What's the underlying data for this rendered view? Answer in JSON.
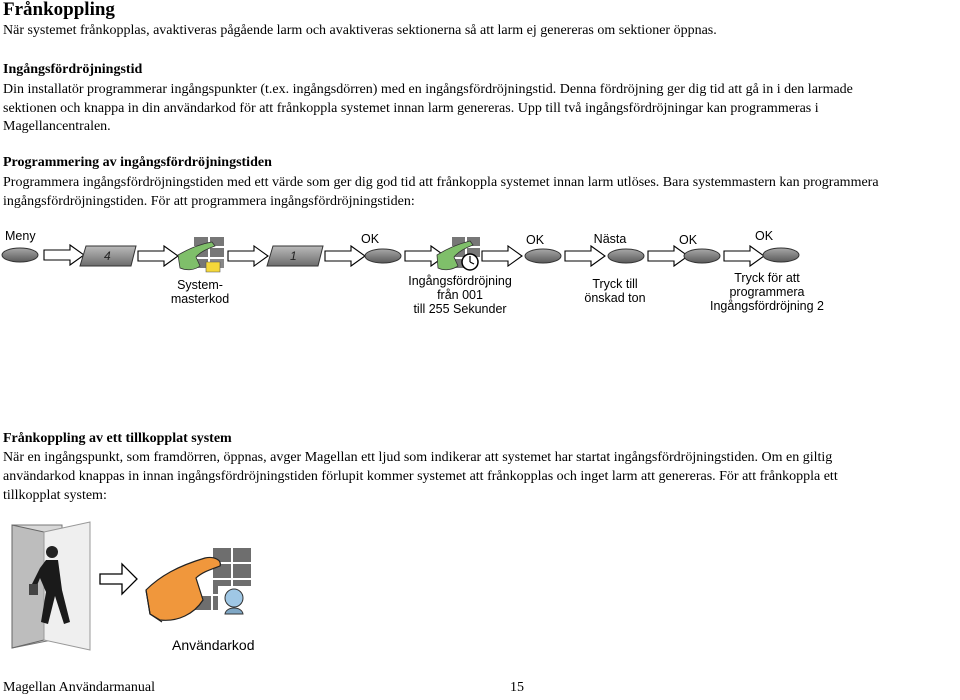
{
  "page": {
    "title": "Frånkoppling",
    "intro": "När systemet frånkopplas, avaktiveras pågående larm och avaktiveras sektionerna så att larm ej genereras om sektioner öppnas.",
    "sections": [
      {
        "heading": "Ingångsfördröjningstid",
        "lines": [
          "Din installatör programmerar ingångspunkter (t.ex. ingångsdörren) med en ingångsfördröjningstid. Denna fördröjning ger dig tid att gå in i den larmade",
          "sektionen och knappa in din användarkod för att frånkoppla systemet innan larm genereras. Upp till två ingångsfördröjningar kan programmeras i",
          "Magellancentralen."
        ]
      },
      {
        "heading": "Programmering av ingångsfördröjningstiden",
        "lines": [
          "Programmera ingångsfördröjningstiden med ett värde som ger dig god tid att frånkoppla systemet innan larm utlöses. Bara systemmastern kan programmera",
          "ingångsfördröjningstiden. För att programmera ingångsfördröjningstiden:"
        ]
      },
      {
        "heading": "Frånkoppling av ett tillkopplat system",
        "lines": [
          "När en ingångspunkt, som framdörren, öppnas, avger Magellan ett ljud som indikerar att systemet har startat ingångsfördröjningstiden. Om en giltig",
          "användarkod knappas in innan ingångsfördröjningstiden förlupit kommer systemet att frånkopplas och inget larm att genereras. För att frånkoppla ett",
          "tillkopplat system:"
        ]
      }
    ]
  },
  "diagram1": {
    "top_labels": [
      "Meny",
      "OK",
      "OK",
      "Nästa",
      "OK",
      "OK"
    ],
    "key_digits": [
      "4",
      "1"
    ],
    "bottom_labels": {
      "systemmaster": [
        "System-",
        "masterkod"
      ],
      "delay": [
        "Ingångsfördröjning",
        "från 001",
        "till 255 Sekunder"
      ],
      "tone": [
        "Tryck till",
        "önskad ton"
      ],
      "program2": [
        "Tryck för att",
        "programmera",
        "Ingångsfördröjning 2"
      ]
    }
  },
  "diagram2": {
    "caption": "Användarkod"
  },
  "footer": {
    "manual": "Magellan Användarmanual",
    "page_number": "15"
  }
}
